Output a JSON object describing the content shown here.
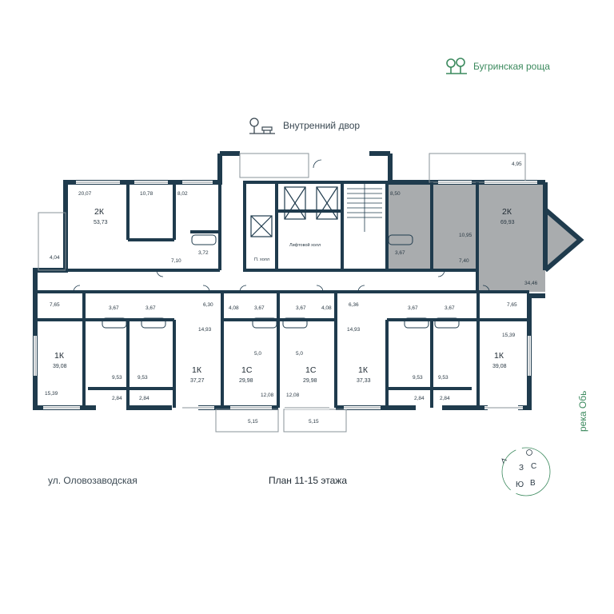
{
  "header": {
    "brand": "Бугринская роща",
    "courtyard": "Внутренний двор"
  },
  "footer": {
    "street": "ул. Оловозаводская",
    "plan_title": "План 11-15 этажа",
    "river": "река Обь"
  },
  "compass": {
    "n": "С",
    "w": "З",
    "s": "Ю",
    "e": "В"
  },
  "colors": {
    "wall": "#1f3b4d",
    "selected": "#a9acae",
    "accent": "#3c8a5e"
  },
  "labels": {
    "lift_hall": "Лифтовой холл",
    "floor_hall": "П. холл"
  },
  "apartments": [
    {
      "type": "2К",
      "area": "53,73"
    },
    {
      "type": "2К",
      "area": "69,93"
    },
    {
      "type": "1К",
      "area": "39,08"
    },
    {
      "type": "1К",
      "area": "37,27"
    },
    {
      "type": "1С",
      "area": "29,98"
    },
    {
      "type": "1С",
      "area": "29,98"
    },
    {
      "type": "1К",
      "area": "37,33"
    },
    {
      "type": "1К",
      "area": "39,08"
    }
  ],
  "room_areas": {
    "top_left": [
      "20,07",
      "10,78",
      "8,02",
      "3,72",
      "7,10",
      "4,04"
    ],
    "top_right": [
      "8,50",
      "3,67",
      "10,95",
      "7,40",
      "34,46",
      "4,95"
    ],
    "bottom_a": [
      "7,65",
      "3,67",
      "3,67",
      "6,30",
      "15,39",
      "9,53",
      "9,53",
      "14,93",
      "2,84",
      "2,84"
    ],
    "bottom_b": [
      "4,08",
      "3,67",
      "5,0",
      "12,08",
      "3,67",
      "4,08",
      "5,0",
      "12,08",
      "5,15",
      "5,15"
    ],
    "bottom_c": [
      "6,36",
      "3,67",
      "3,67",
      "7,65",
      "14,93",
      "9,53",
      "9,53",
      "15,39",
      "2,84",
      "2,84"
    ]
  }
}
